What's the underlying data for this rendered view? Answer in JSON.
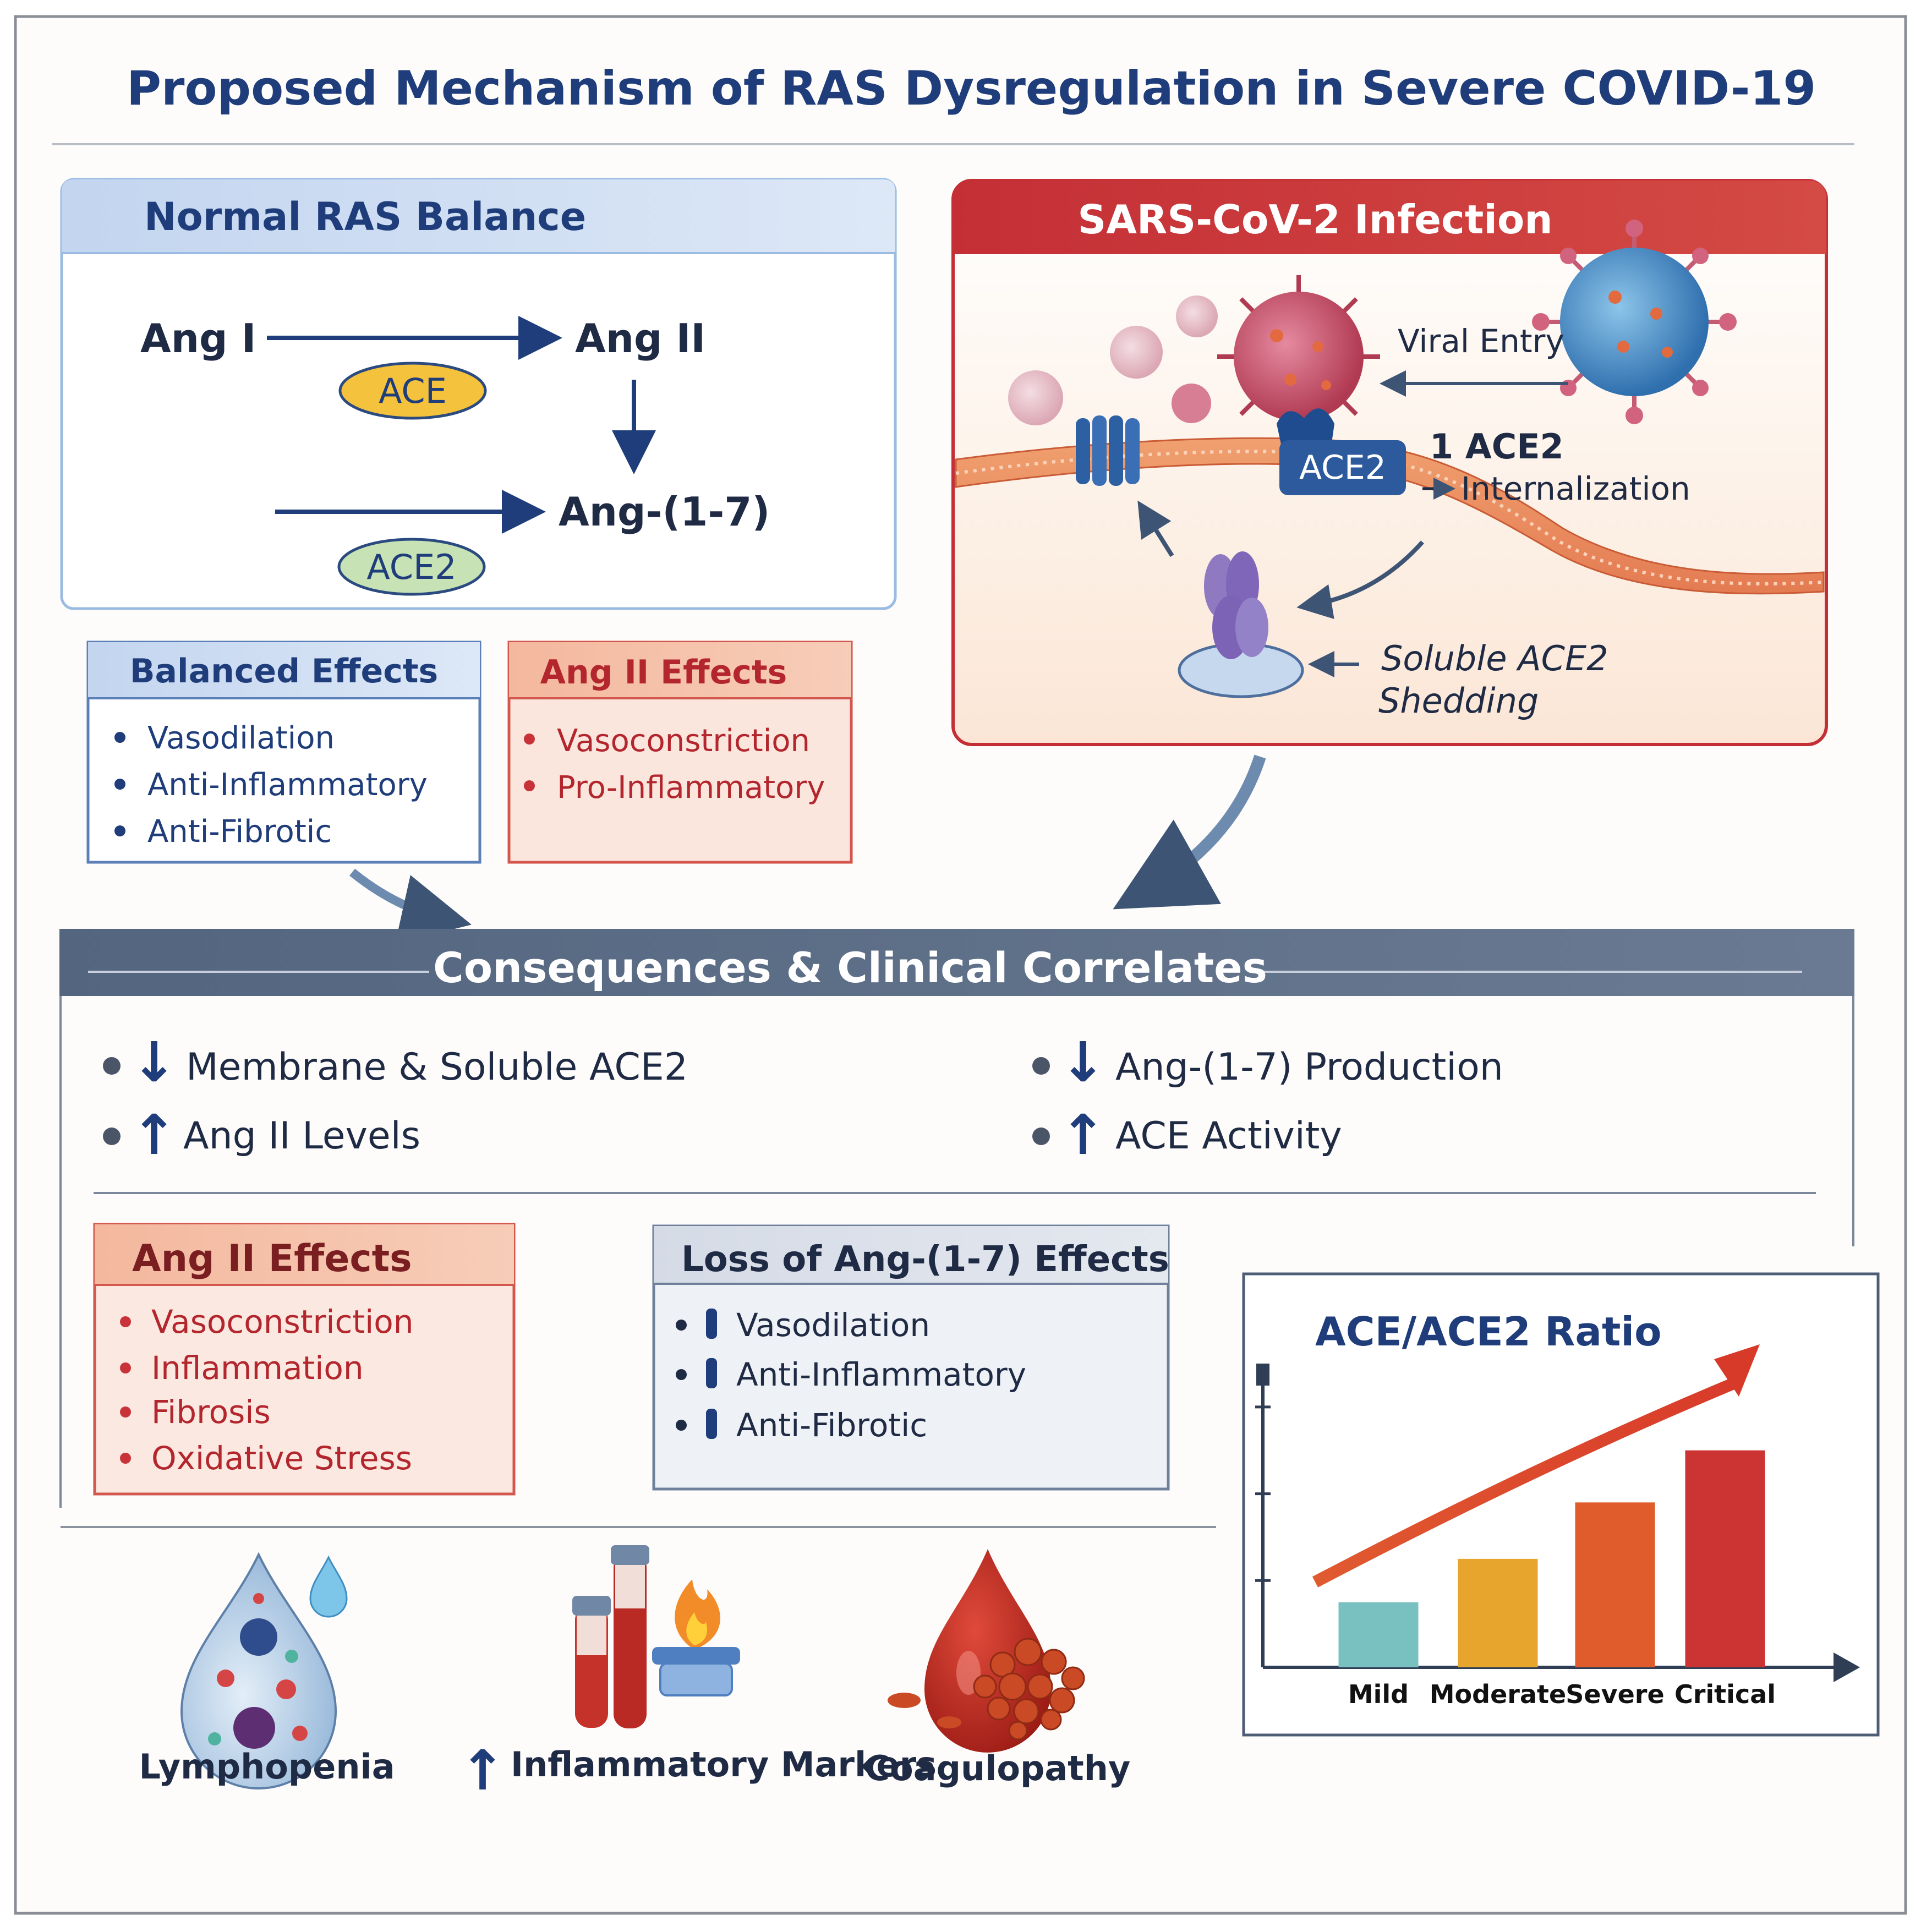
{
  "title": "Proposed Mechanism of RAS Dysregulation in Severe COVID-19",
  "normal_panel": {
    "header": "Normal RAS Balance",
    "ang1": "Ang I",
    "ang2": "Ang II",
    "ang17": "Ang-(1-7)",
    "ace": "ACE",
    "ace2": "ACE2"
  },
  "balanced_box": {
    "header": "Balanced Effects",
    "items": [
      "Vasodilation",
      "Anti-Inflammatory",
      "Anti-Fibrotic"
    ]
  },
  "angii_box_top": {
    "header": "Ang II Effects",
    "items": [
      "Vasoconstriction",
      "Pro-Inflammatory"
    ]
  },
  "infection_panel": {
    "header": "SARS-CoV-2 Infection",
    "viral_entry": "Viral Entry",
    "ace2_receptor": "ACE2",
    "internalization_1": "1 ACE2",
    "internalization_2": "Internalization",
    "shedding_1": "Soluble ACE2",
    "shedding_2": "Shedding"
  },
  "consequences": {
    "header": "Consequences & Clinical Correlates",
    "bullets": [
      {
        "direction": "down",
        "text": "Membrane & Soluble ACE2"
      },
      {
        "direction": "up",
        "text": "Ang II Levels"
      },
      {
        "direction": "down",
        "text": "Ang-(1-7) Production"
      },
      {
        "direction": "up",
        "text": "ACE Activity"
      }
    ]
  },
  "angii_box_bottom": {
    "header": "Ang II Effects",
    "items": [
      "Vasoconstriction",
      "Inflammation",
      "Fibrosis",
      "Oxidative Stress"
    ]
  },
  "loss_box": {
    "header": "Loss of Ang-(1-7) Effects",
    "items": [
      "Vasodilation",
      "Anti-Inflammatory",
      "Anti-Fibrotic"
    ]
  },
  "clinical_icons": [
    "Lymphopenia",
    "Inflammatory Markers",
    "Coagulopathy"
  ],
  "chart_data": {
    "type": "bar",
    "title": "ACE/ACE2 Ratio",
    "categories": [
      "Mild",
      "Moderate",
      "Severe",
      "Critical"
    ],
    "values": [
      1.5,
      2.5,
      3.8,
      5.0
    ],
    "ylim": [
      0,
      7
    ],
    "xlabel": "",
    "ylabel": "",
    "trend_arrow": "increasing",
    "colors": [
      "#79c1c0",
      "#e8a52e",
      "#e05c2c",
      "#cc3333"
    ]
  },
  "colors": {
    "navy": "#1f3d7a",
    "red": "#c8333a",
    "slate": "#586a85"
  }
}
